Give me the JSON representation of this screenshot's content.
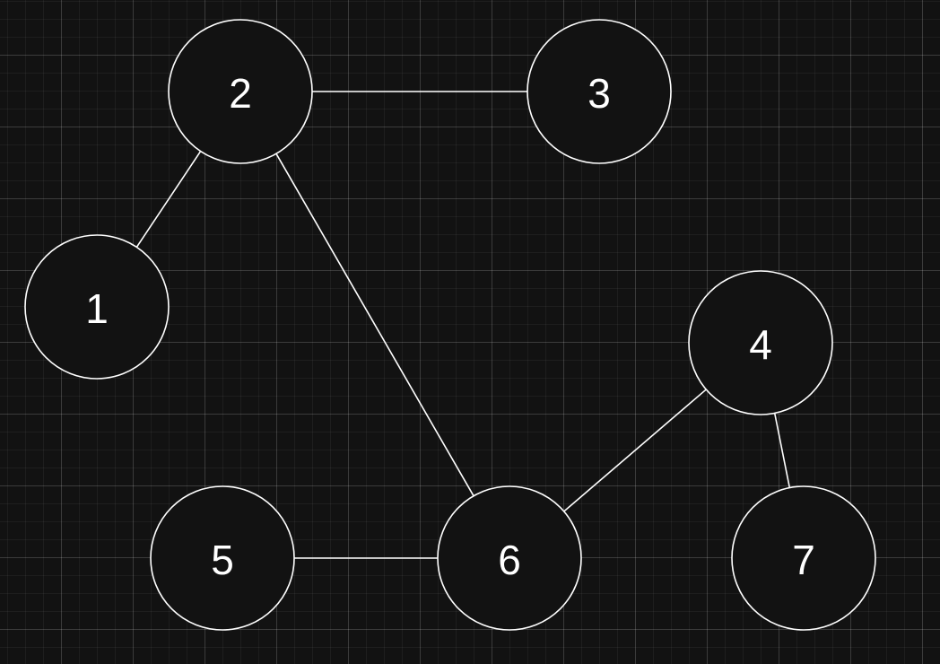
{
  "graph": {
    "nodes": [
      {
        "id": "1",
        "label": "1"
      },
      {
        "id": "2",
        "label": "2"
      },
      {
        "id": "3",
        "label": "3"
      },
      {
        "id": "4",
        "label": "4"
      },
      {
        "id": "5",
        "label": "5"
      },
      {
        "id": "6",
        "label": "6"
      },
      {
        "id": "7",
        "label": "7"
      }
    ],
    "edges": [
      {
        "from": "2",
        "to": "3"
      },
      {
        "from": "2",
        "to": "1"
      },
      {
        "from": "2",
        "to": "6"
      },
      {
        "from": "5",
        "to": "6"
      },
      {
        "from": "6",
        "to": "4"
      },
      {
        "from": "4",
        "to": "7"
      }
    ]
  },
  "colors": {
    "background": "#121212",
    "node_fill": "#121212",
    "stroke": "#ffffff",
    "text": "#ffffff"
  }
}
